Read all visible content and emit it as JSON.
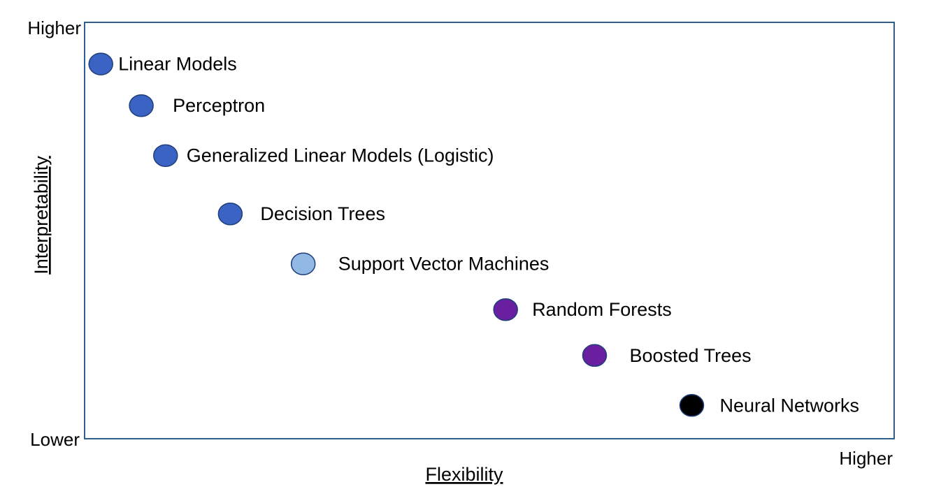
{
  "chart_data": {
    "type": "scatter",
    "xlabel": "Flexibility",
    "ylabel": "Interpretability",
    "x_high_label": "Higher",
    "y_high_label": "Higher",
    "y_low_label": "Lower",
    "frame_color": "#2f5f8f",
    "points": [
      {
        "label": "Linear Models",
        "x": 2,
        "y": 90,
        "color": "#3b63c4"
      },
      {
        "label": "Perceptron",
        "x": 7,
        "y": 80,
        "color": "#3b63c4"
      },
      {
        "label": "Generalized Linear Models (Logistic)",
        "x": 10,
        "y": 68,
        "color": "#3b63c4"
      },
      {
        "label": "Decision Trees",
        "x": 18,
        "y": 54,
        "color": "#3b63c4"
      },
      {
        "label": "Support Vector Machines",
        "x": 27,
        "y": 42,
        "color": "#92b8e4"
      },
      {
        "label": "Random Forests",
        "x": 52,
        "y": 31,
        "color": "#6a1fa0"
      },
      {
        "label": "Boosted Trees",
        "x": 63,
        "y": 20,
        "color": "#6a1fa0"
      },
      {
        "label": "Neural Networks",
        "x": 75,
        "y": 8,
        "color": "#000000"
      }
    ]
  }
}
